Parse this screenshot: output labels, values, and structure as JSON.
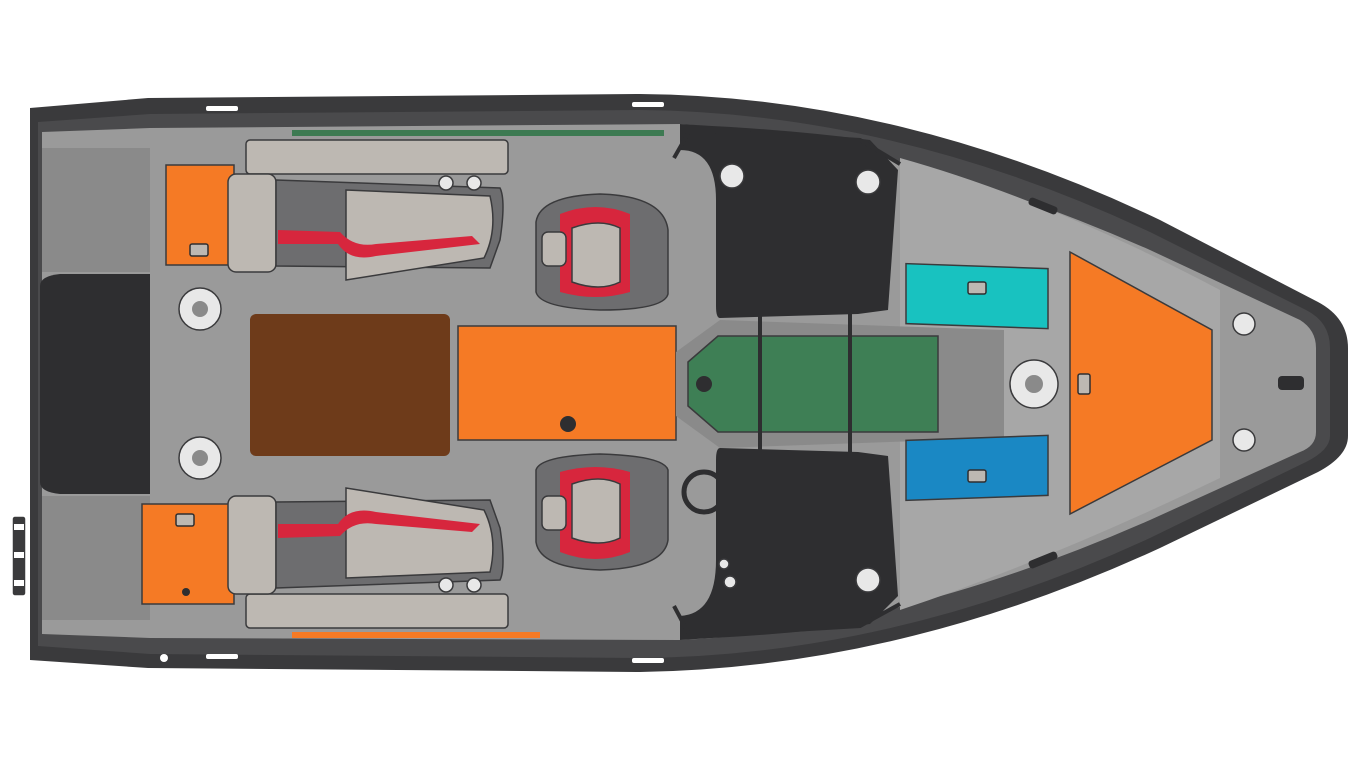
{
  "diagram": {
    "kind": "boat-deck-layout-top-view",
    "background": "#ffffff",
    "colors": {
      "hull_outline": "#3a3a3c",
      "gunwale": "#4a4a4c",
      "deck": "#9a9a9a",
      "deck_light": "#a7a7a7",
      "trim_gray": "#8a8a8a",
      "console_dark": "#2e2e30",
      "seat_cushion": "#bdb8b2",
      "seat_base": "#6d6d6f",
      "seat_accent_red": "#d7263d",
      "orange_zone": "#f57a25",
      "brown_zone": "#6e3b1a",
      "green_zone": "#3e7f55",
      "cyan_zone": "#18c2c0",
      "blue_zone": "#1a88c4",
      "green_strip": "#3d7a52",
      "orange_strip": "#f57a25",
      "cleat": "#ffffff",
      "cupholder": "#e8e8e8"
    },
    "zones": [
      {
        "id": "stern-locker-port",
        "color_key": "orange_zone"
      },
      {
        "id": "stern-locker-starboard",
        "color_key": "orange_zone"
      },
      {
        "id": "aft-deck-hatch",
        "color_key": "brown_zone"
      },
      {
        "id": "center-storage-hatch",
        "color_key": "orange_zone"
      },
      {
        "id": "walkway-hatch",
        "color_key": "green_zone"
      },
      {
        "id": "bow-locker-port",
        "color_key": "cyan_zone"
      },
      {
        "id": "bow-locker-starboard",
        "color_key": "blue_zone"
      },
      {
        "id": "bow-anchor-locker",
        "color_key": "orange_zone"
      }
    ]
  }
}
